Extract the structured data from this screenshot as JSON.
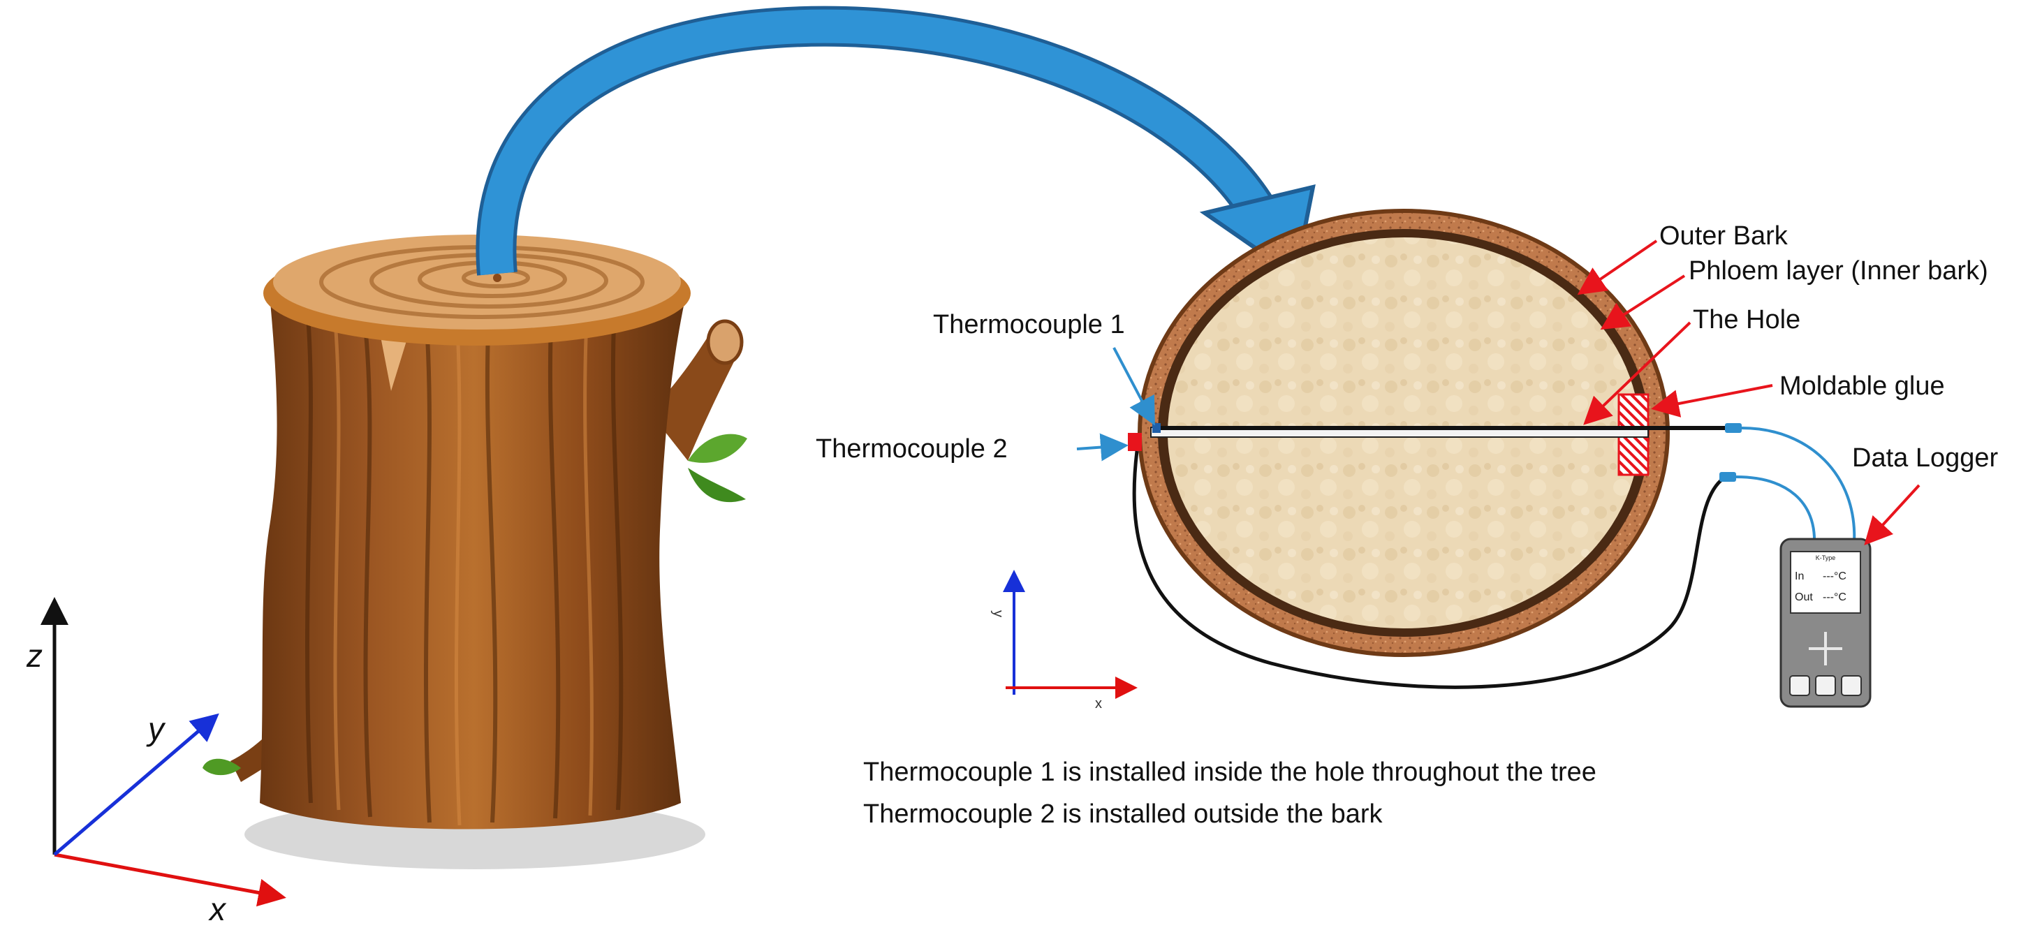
{
  "labels": {
    "outer_bark": "Outer Bark",
    "phloem": "Phloem layer (Inner bark)",
    "hole": "The Hole",
    "glue": "Moldable glue",
    "logger": "Data Logger",
    "tc1": "Thermocouple 1",
    "tc2": "Thermocouple 2"
  },
  "axes_3d": {
    "x": "x",
    "y": "y",
    "z": "z"
  },
  "axes_2d": {
    "x": "x",
    "y": "y"
  },
  "logger_screen": {
    "type": "K-Type",
    "in_label": "In",
    "in_value": "---°C",
    "out_label": "Out",
    "out_value": "---°C"
  },
  "notes": [
    "Thermocouple 1 is installed inside the hole throughout the tree",
    "Thermocouple 2 is installed outside the bark"
  ],
  "colors": {
    "annotation_red": "#e8141c",
    "annotation_blue": "#2f8fce",
    "arrow_blue": "#2a86c8",
    "axis_x": "#e01010",
    "axis_y": "#1730d8",
    "axis_z": "#111111"
  }
}
